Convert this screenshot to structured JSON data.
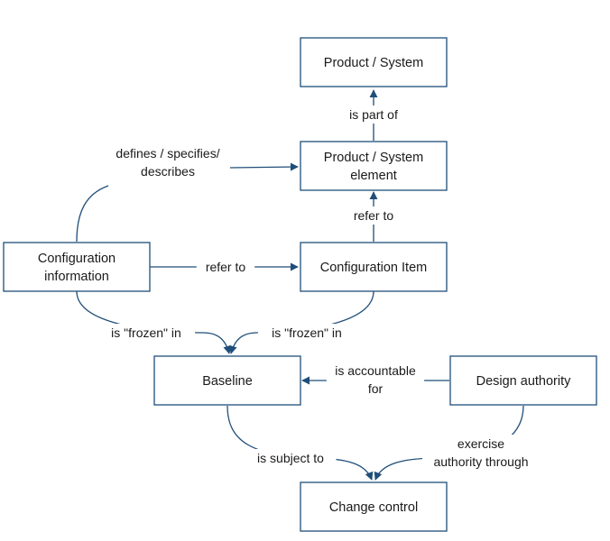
{
  "colors": {
    "stroke": "#1f4e79",
    "text": "#1a1a1a",
    "background": "#ffffff"
  },
  "nodes": {
    "product_system": [
      "Product / System"
    ],
    "product_system_element": [
      "Product / System",
      "element"
    ],
    "configuration_item": [
      "Configuration Item"
    ],
    "configuration_information": [
      "Configuration",
      "information"
    ],
    "baseline": [
      "Baseline"
    ],
    "design_authority": [
      "Design authority"
    ],
    "change_control": [
      "Change control"
    ]
  },
  "edges": {
    "is_part_of": [
      "is part of"
    ],
    "refer_to_element": [
      "refer to"
    ],
    "refer_to_item": [
      "refer to"
    ],
    "defines": [
      "defines / specifies/",
      "describes"
    ],
    "frozen_left": [
      "is \"frozen\" in"
    ],
    "frozen_right": [
      "is \"frozen\" in"
    ],
    "accountable": [
      "is accountable",
      "for"
    ],
    "subject_to": [
      "is subject to"
    ],
    "exercise": [
      "exercise",
      "authority through"
    ]
  }
}
